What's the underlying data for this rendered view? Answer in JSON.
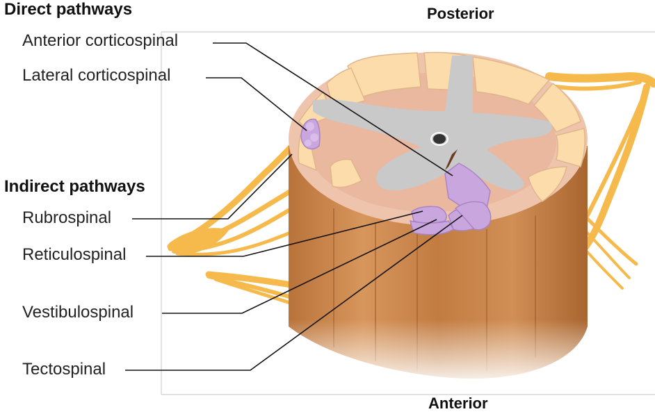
{
  "headings": {
    "direct": "Direct pathways",
    "indirect": "Indirect pathways"
  },
  "orientation": {
    "posterior": "Posterior",
    "anterior": "Anterior"
  },
  "tracts": {
    "anterior_corticospinal": "Anterior corticospinal",
    "lateral_corticospinal": "Lateral corticospinal",
    "rubrospinal": "Rubrospinal",
    "reticulospinal": "Reticulospinal",
    "vestibulospinal": "Vestibulospinal",
    "tectospinal": "Tectospinal"
  },
  "colors": {
    "white_matter": "#efc4ac",
    "white_matter_cut": "#eab79f",
    "gray_matter": "#c9c9c9",
    "cord_side": "#c9864c",
    "cord_side_dark": "#a9652f",
    "nerve_root": "#f5b94c",
    "dorsal_column": "#fbdcaa",
    "tract_highlight": "#c9a7de",
    "leader_line": "#111111"
  }
}
